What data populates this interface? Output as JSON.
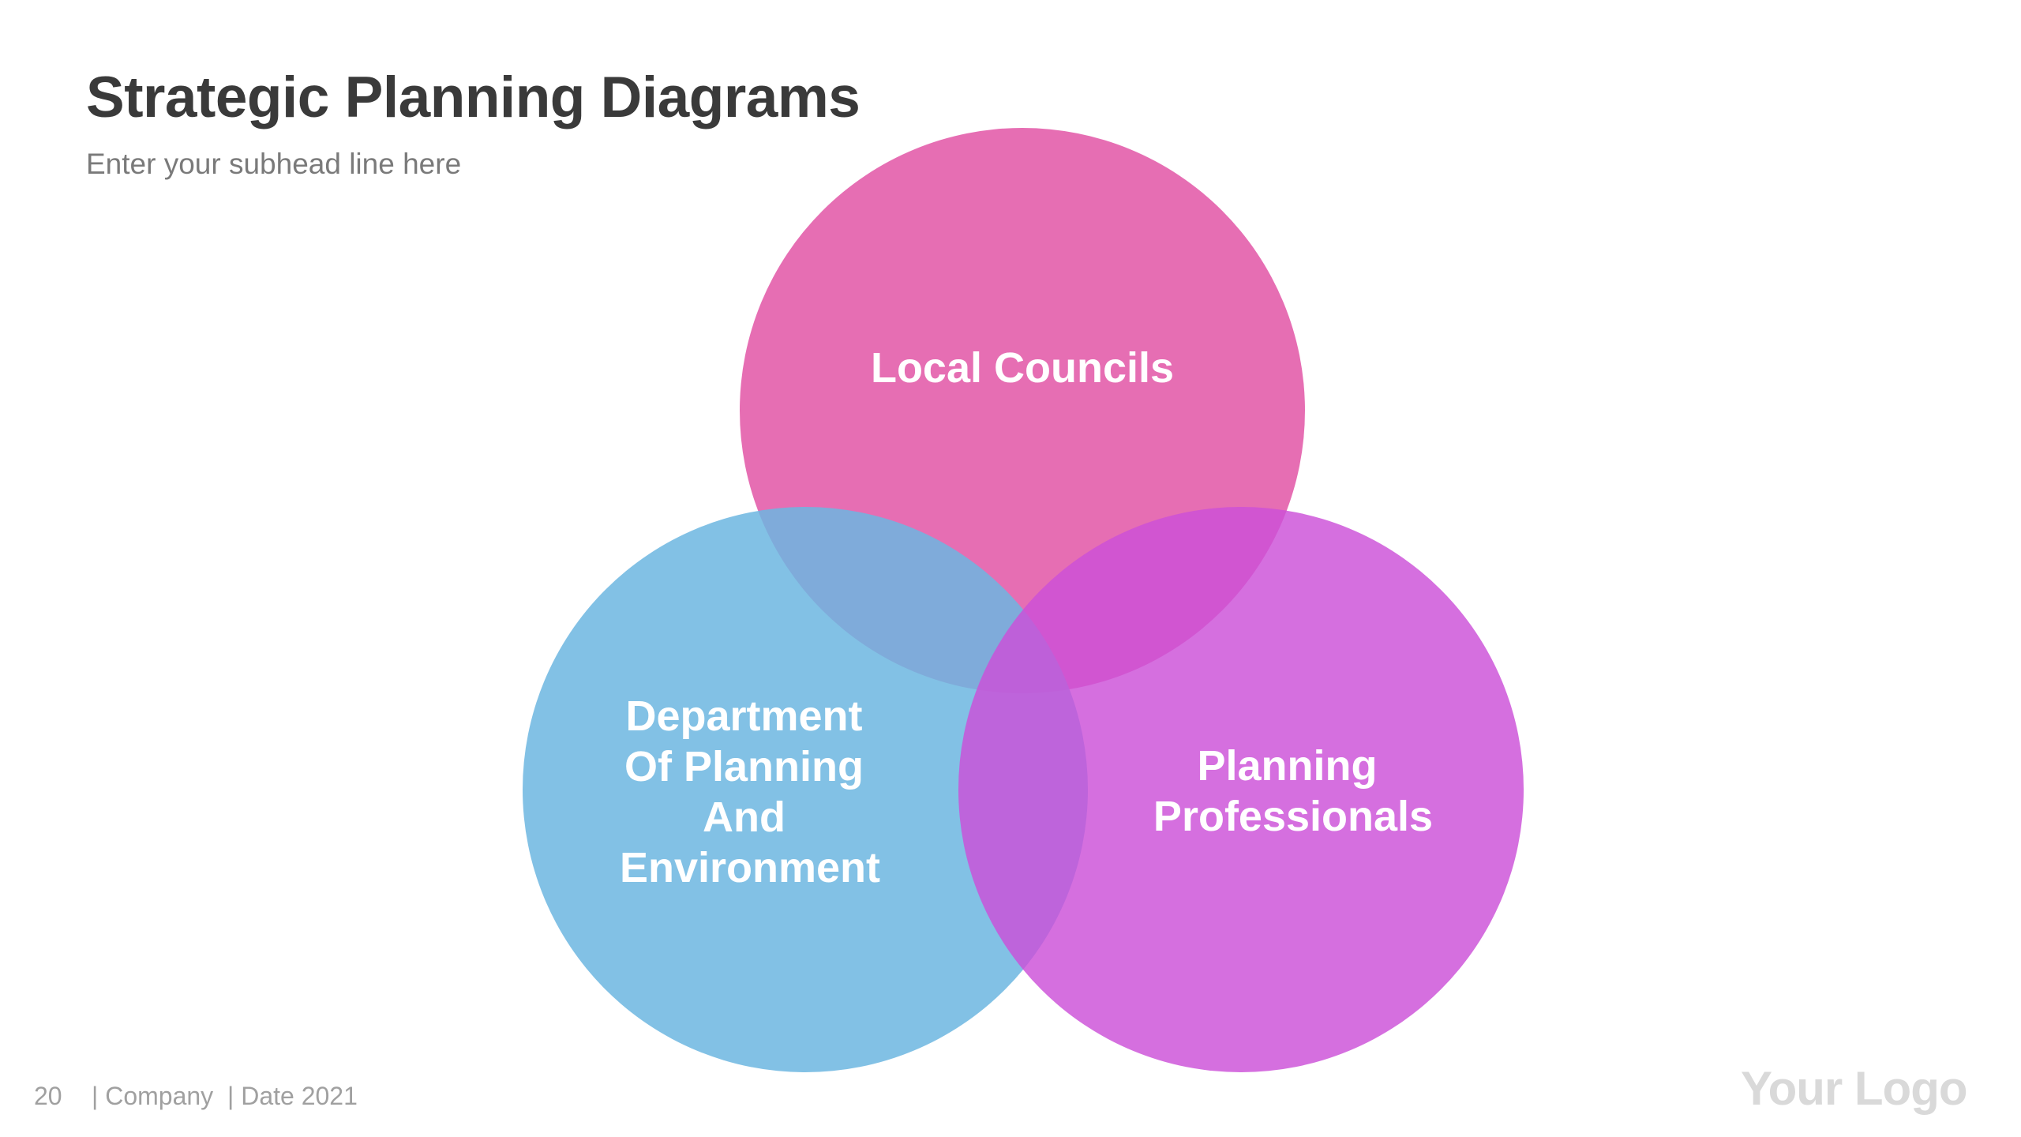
{
  "header": {
    "title": "Strategic Planning Diagrams",
    "subtitle": "Enter your subhead line here"
  },
  "venn": {
    "circles": [
      {
        "label_lines": [
          "Local Councils"
        ],
        "color": "#e35aa8"
      },
      {
        "label_lines": [
          "Department",
          "Of Planning",
          "And",
          "Environment"
        ],
        "color": "#6cb6e0"
      },
      {
        "label_lines": [
          "Planning",
          "Professionals"
        ],
        "color": "#cc4fd8"
      }
    ]
  },
  "footer": {
    "page_number": "20",
    "company": "| Company",
    "date": "| Date 2021",
    "logo": "Your Logo"
  }
}
